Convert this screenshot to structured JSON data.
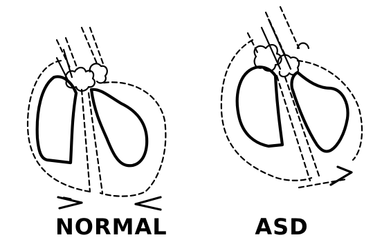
{
  "panels": [
    {
      "id": "normal",
      "label": "NORMAL"
    },
    {
      "id": "asd",
      "label": "ASD"
    }
  ]
}
